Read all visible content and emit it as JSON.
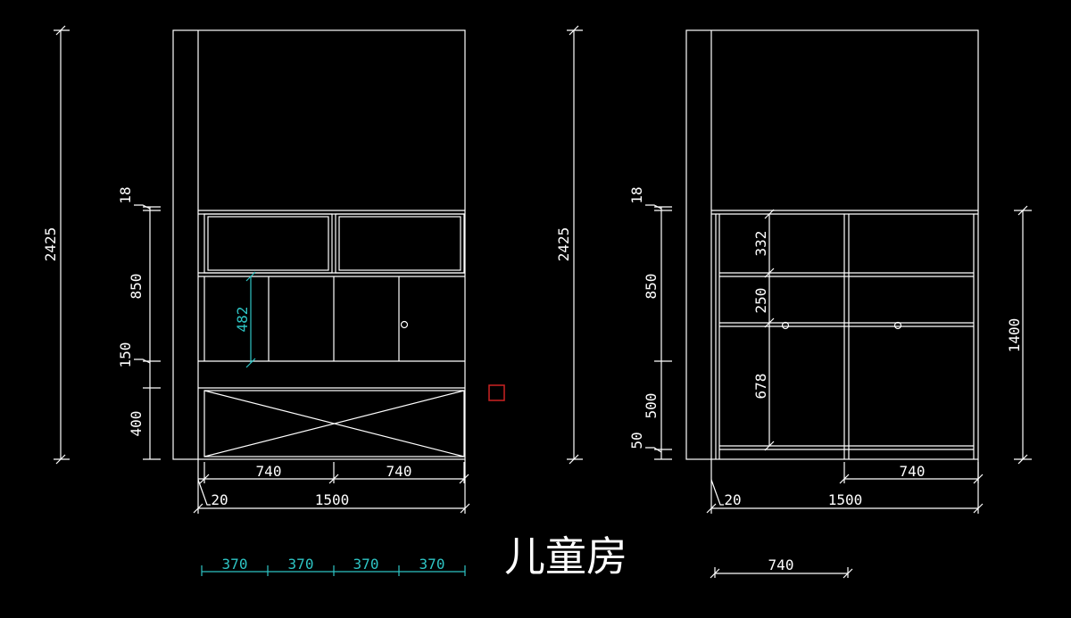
{
  "title": "儿童房",
  "colors": {
    "background": "#000000",
    "line": "#ffffff",
    "dimension_cyan": "#2ec4c4",
    "marker_red": "#cc2222"
  },
  "left_elevation": {
    "overall_height": "2425",
    "vertical_dims": [
      "18",
      "850",
      "150",
      "400"
    ],
    "inner_dim": "482",
    "bottom_dims": [
      "740",
      "740"
    ],
    "side_offset": "20",
    "overall_width": "1500",
    "subdivision_dims": [
      "370",
      "370",
      "370",
      "370"
    ]
  },
  "right_elevation": {
    "overall_height": "2425",
    "vertical_dims": [
      "18",
      "850",
      "500",
      "50"
    ],
    "inner_dims": [
      "332",
      "250",
      "678"
    ],
    "right_height": "1400",
    "bottom_dim": "740",
    "side_offset": "20",
    "overall_width": "1500",
    "lower_dim": "740"
  }
}
